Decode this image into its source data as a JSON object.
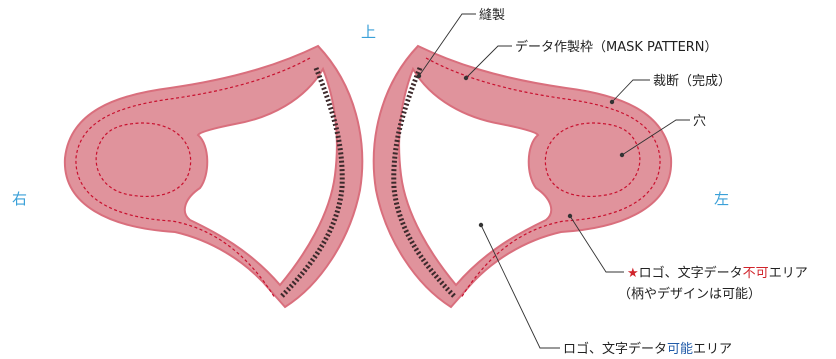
{
  "directions": {
    "top": "上",
    "right_side": "右",
    "left_side": "左"
  },
  "callouts": {
    "sewing": "縫製",
    "pattern_frame": "データ作製枠（MASK PATTERN）",
    "cut_line": "裁断（完成）",
    "hole": "穴",
    "prohibited_star": "★",
    "prohibited_pre": "ロゴ、文字データ",
    "prohibited_em": "不可",
    "prohibited_post": "エリア",
    "prohibited_note": "（柄やデザインは可能）",
    "allowed_pre": "ロゴ、文字データ",
    "allowed_em": "可能",
    "allowed_post": "エリア"
  },
  "colors": {
    "pattern_fill": "#e0939c",
    "pattern_border": "#d96f7d",
    "cut_line": "#c8102e",
    "seam": "#3d2a2c",
    "label_blue": "#3aa0d8",
    "not_allowed_red": "#d0242b",
    "allowed_blue": "#1f5aa8"
  }
}
